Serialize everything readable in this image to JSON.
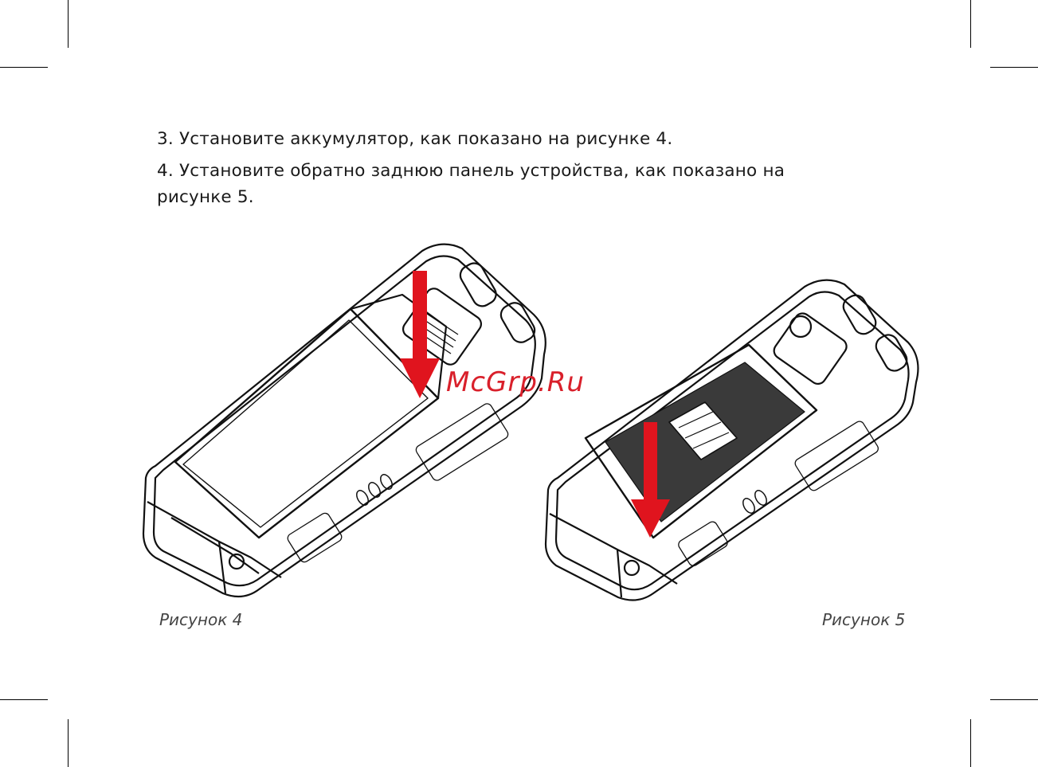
{
  "steps": [
    "3. Установите аккумулятор, как показано на рисунке 4.",
    "4. Установите обратно заднюю панель устройства, как показано на рисунке 5."
  ],
  "figures": [
    {
      "caption": "Рисунок 4",
      "image": "phone-battery-insertion-illustration"
    },
    {
      "caption": "Рисунок 5",
      "image": "phone-back-cover-installation-illustration"
    }
  ],
  "watermark": "McGrp.Ru",
  "colors": {
    "arrow": "#e0141e",
    "line": "#111111",
    "watermark": "#d9202b"
  }
}
